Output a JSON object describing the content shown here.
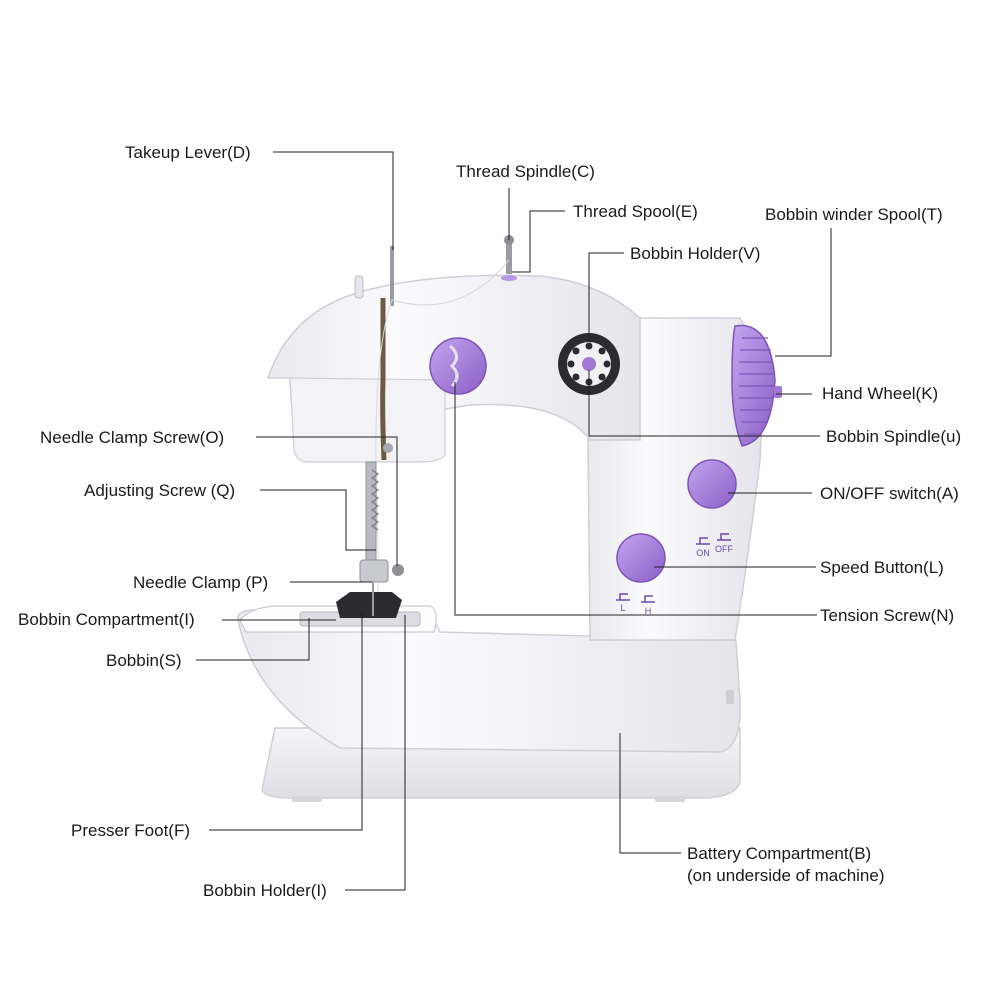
{
  "diagram": {
    "labels": {
      "takeup_lever": "Takeup Lever(D)",
      "thread_spindle": "Thread Spindle(C)",
      "thread_spool": "Thread Spool(E)",
      "bobbin_winder_spool": "Bobbin winder Spool(T)",
      "bobbin_holder_v": "Bobbin Holder(V)",
      "hand_wheel": "Hand Wheel(K)",
      "needle_clamp_screw": "Needle Clamp Screw(O)",
      "bobbin_spindle": "Bobbin Spindle(u)",
      "adjusting_screw": "Adjusting Screw (Q)",
      "on_off_switch": "ON/OFF switch(A)",
      "needle_clamp": "Needle Clamp (P)",
      "speed_button": "Speed Button(L)",
      "bobbin_compartment": "Bobbin Compartment(I)",
      "tension_screw": "Tension Screw(N)",
      "bobbin": "Bobbin(S)",
      "presser_foot": "Presser Foot(F)",
      "battery_compartment_line1": "Battery Compartment(B)",
      "battery_compartment_line2": "(on underside of machine)",
      "bobbin_holder_i": "Bobbin Holder(I)"
    },
    "machine_markings": {
      "on": "ON",
      "off": "OFF",
      "low": "L",
      "high": "H"
    },
    "colors": {
      "body": "#f7f7f9",
      "accent_purple": "#a178d6",
      "accent_purple_dark": "#7d55b8",
      "leader_line": "#222222"
    }
  }
}
